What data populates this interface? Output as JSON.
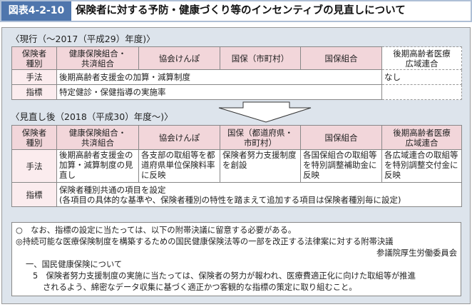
{
  "figure_label": "図表4-2-10",
  "title": "保険者に対する予防・健康づくり等のインセンティブの見直しについて",
  "current": {
    "heading": "〈現行（～2017（平成29）年度)〉",
    "headers": [
      "保険者\n種別",
      "健康保険組合・\n共済組合",
      "協会けんぽ",
      "国保（市町村）",
      "国保組合",
      "後期高齢者医療\n広域連合"
    ],
    "method_label": "手法",
    "method": "後期高齢者支援金の加算・減算制度",
    "method_last": "なし",
    "indicator_label": "指標",
    "indicator": "特定健診・保健指導の実施率"
  },
  "revised": {
    "heading": "〈見直し後（2018（平成30）年度～)〉",
    "headers": [
      "保険者\n種別",
      "健康保険組合・\n共済組合",
      "協会けんぽ",
      "国保（都道府県・\n市町村）",
      "国保組合",
      "後期高齢者医療\n広域連合"
    ],
    "method_label": "手法",
    "methods": [
      "後期高齢者支援金の加算・減算制度の見直し",
      "各支部の取組等を都道府県単位保険料率に反映",
      "保険者努力支援制度を創設",
      "各国保組合の取組等を特別調整補助金に反映",
      "各広域連合の取組等を特別調整交付金に反映"
    ],
    "indicator_label": "指標",
    "indicator_1": "保険者種別共通の項目を設定",
    "indicator_2": "(各項目の具体的な基準や、保険者種別の特性を踏まえて追加する項目は保険者種別毎に設定)"
  },
  "note": {
    "line1": "○　なお、指標の設定に当たっては、以下の附帯決議に留意する必要がある。",
    "line2": "◎持続可能な医療保険制度を構築するための国民健康保険法等の一部を改正する法律案に対する附帯決議",
    "line3": "参議院厚生労働委員会",
    "line4": "一、国民健康保険について",
    "line5": "5　保険者努力支援制度の実施に当たっては、保険者の努力が報われ、医療費適正化に向けた取組等が推進",
    "line6": "されるよう、綿密なデータ収集に基づく適正かつ客観的な指標の策定に取り組むこと。"
  }
}
